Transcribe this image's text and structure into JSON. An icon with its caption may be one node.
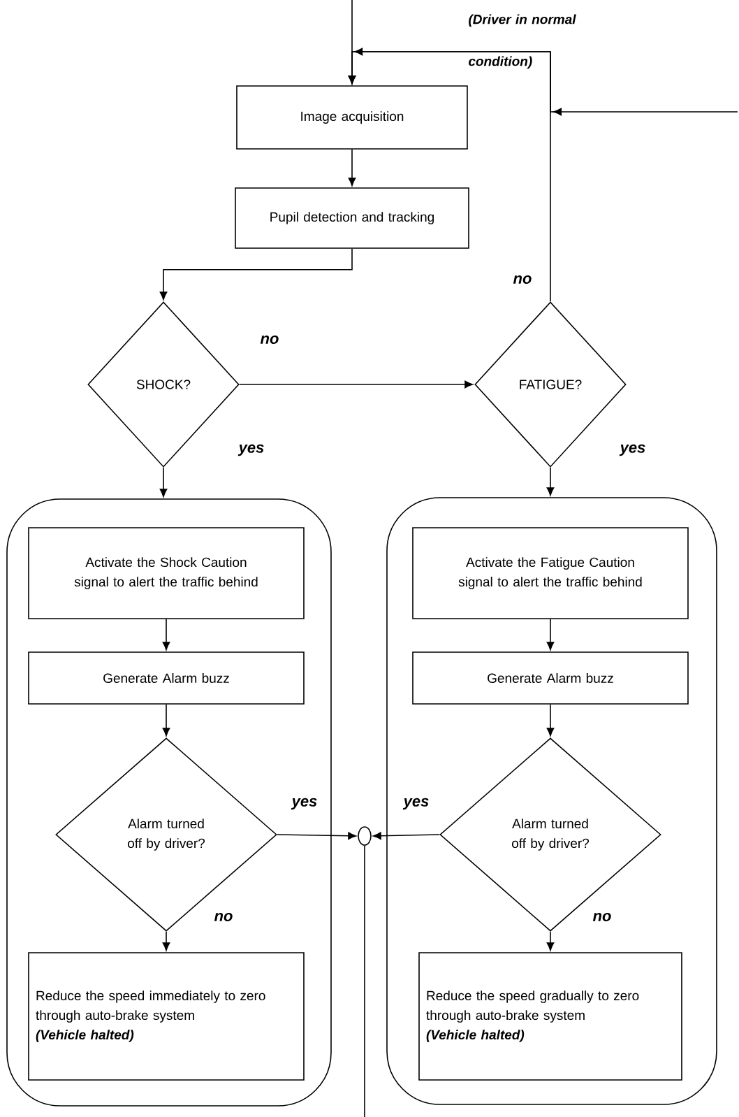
{
  "diagram": {
    "nodes": [
      {
        "text": [
          "Image acquisition"
        ]
      },
      {
        "text": [
          "Pupil detection and tracking"
        ]
      },
      {
        "text": [
          "SHOCK?"
        ]
      },
      {
        "text": [
          "FATIGUE?"
        ]
      },
      {
        "text": [],
        "shape": "box"
      },
      {
        "text": [
          "Activate the Shock Caution signal to alert the traffic behind"
        ],
        "in": 4
      },
      {
        "text": [
          "Generate Alarm buzz"
        ],
        "in": 4
      },
      {
        "text": [
          "Alarm turned off by driver?"
        ],
        "in": 4
      },
      {
        "text": [
          "Reduce the speed immediately to zero through auto-brake system",
          "(Vehicle halted)"
        ],
        "in": 4
      },
      {
        "text": [],
        "shape": "box"
      },
      {
        "text": [
          "Activate the Fatigue Caution signal to alert the traffic behind"
        ],
        "in": 9
      },
      {
        "text": [
          "Generate Alarm buzz"
        ],
        "in": 9
      },
      {
        "text": [
          "Alarm turned off by driver?"
        ],
        "in": 9
      },
      {
        "text": [
          "Reduce the speed gradually to zero through auto-brake system",
          "(Vehicle halted)"
        ],
        "in": 9
      },
      {
        "text": [],
        "shape": "circle"
      }
    ],
    "edges": [
      {
        "from": null,
        "to": 0,
        "arrow": "to"
      },
      {
        "from": 0,
        "to": 1,
        "arrow": "to"
      },
      {
        "from": 1,
        "to": 2,
        "arrow": "to"
      },
      {
        "from": 2,
        "to": 3,
        "arrow": "to",
        "label": "no"
      },
      {
        "from": 2,
        "to": 4,
        "arrow": "to",
        "label": "yes"
      },
      {
        "from": 3,
        "to": 0,
        "arrow": "to",
        "label": "no"
      },
      {
        "from": null,
        "to": 0,
        "arrow": "to"
      },
      {
        "from": 3,
        "to": 9,
        "arrow": "to",
        "label": "yes"
      },
      {
        "from": 5,
        "to": 6,
        "arrow": "to"
      },
      {
        "from": 6,
        "to": 7,
        "arrow": "to"
      },
      {
        "from": 7,
        "to": 8,
        "arrow": "to",
        "label": "no"
      },
      {
        "from": 7,
        "to": 14,
        "arrow": "to",
        "label": "yes"
      },
      {
        "from": 10,
        "to": 11,
        "arrow": "to"
      },
      {
        "from": 11,
        "to": 12,
        "arrow": "to"
      },
      {
        "from": 12,
        "to": 13,
        "arrow": "to",
        "label": "no"
      },
      {
        "from": 12,
        "to": 14,
        "arrow": "to",
        "label": "yes"
      },
      {
        "from": 14,
        "to": null,
        "arrow": "none"
      }
    ],
    "labels": [
      "(Driver in normal condition)"
    ]
  }
}
